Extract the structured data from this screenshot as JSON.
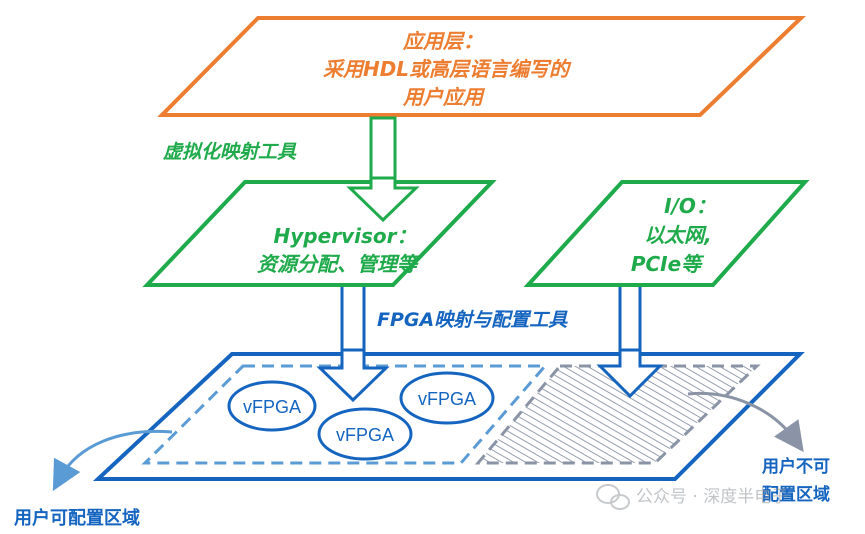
{
  "app_layer": {
    "line1": "应用层：",
    "line2": "采用HDL或高层语言编写的",
    "line3": "用户应用"
  },
  "virtualization_tool": "虚拟化映射工具",
  "hypervisor": {
    "line1": "Hypervisor：",
    "line2": "资源分配、管理等"
  },
  "io_layer": {
    "line1": "I/O：",
    "line2": "以太网,",
    "line3": "PCIe等"
  },
  "fpga_tool": "FPGA映射与配置工具",
  "vfpga_labels": [
    "vFPGA",
    "vFPGA",
    "vFPGA"
  ],
  "user_configurable": "用户可配置区域",
  "user_non_configurable": {
    "line1": "用户不可",
    "line2": "配置区域"
  },
  "watermark": "公众号 · 深度半电子",
  "colors": {
    "orange": "#ED7D31",
    "green": "#1FAA4B",
    "blue": "#1565C0",
    "light_blue": "#5B9BD5",
    "gray": "#8A94A6"
  }
}
